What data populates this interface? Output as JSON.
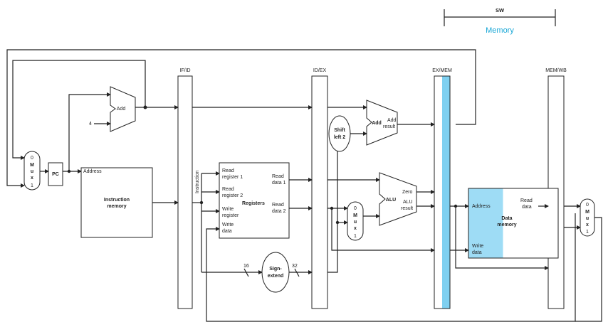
{
  "stage_info": {
    "instruction": "SW",
    "stage_label": "Memory"
  },
  "pipeline_registers": {
    "if_id": "IF/ID",
    "id_ex": "ID/EX",
    "ex_mem": "EX/MEM",
    "mem_wb": "MEM/WB"
  },
  "blocks": {
    "pc": "PC",
    "add": "Add",
    "const4": "4",
    "instruction_memory": {
      "address": "Address",
      "title_line1": "Instruction",
      "title_line2": "memory"
    },
    "instruction_label": "Instruction",
    "registers": {
      "read_register1_a": "Read",
      "read_register1_b": "register 1",
      "read_register2_a": "Read",
      "read_register2_b": "register 2",
      "write_register_a": "Write",
      "write_register_b": "register",
      "write_data_a": "Write",
      "write_data_b": "data",
      "read_data1_a": "Read",
      "read_data1_b": "data 1",
      "read_data2_a": "Read",
      "read_data2_b": "data 2",
      "title": "Registers"
    },
    "sign_extend": {
      "line1": "Sign-",
      "line2": "extend",
      "in_bits": "16",
      "out_bits": "32"
    },
    "shift_left": {
      "line1": "Shift",
      "line2": "left 2"
    },
    "branch_adder": {
      "add": "Add",
      "result_a": "Add",
      "result_b": "result"
    },
    "alu": {
      "title": "ALU",
      "zero": "Zero",
      "result_a": "ALU",
      "result_b": "result"
    },
    "data_memory": {
      "address": "Address",
      "read_data_a": "Read",
      "read_data_b": "data",
      "title_line1": "Data",
      "title_line2": "memory",
      "write_data_a": "Write",
      "write_data_b": "data"
    },
    "mux_letters": [
      "0",
      "M",
      "u",
      "x",
      "1"
    ]
  },
  "colors": {
    "highlight": "#7fd0f0",
    "memory_label": "#19a7d6",
    "wire": "#222222"
  }
}
